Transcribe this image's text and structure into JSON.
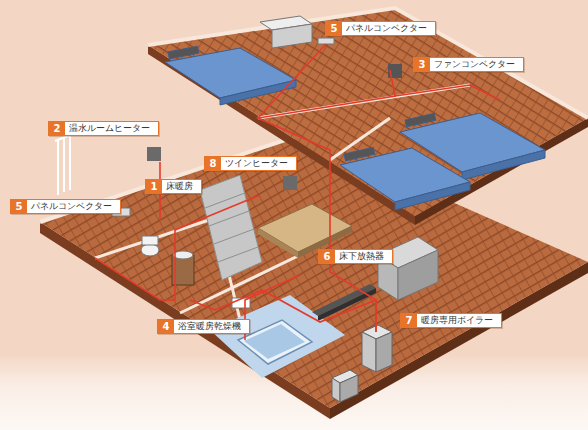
{
  "diagram": {
    "nodes": [
      {
        "text": [
          "5",
          "パネルコンベクター"
        ]
      },
      {
        "text": [
          "3",
          "ファンコンベクター"
        ]
      },
      {
        "text": [
          "2",
          "温水ルームヒーター"
        ]
      },
      {
        "text": [
          "8",
          "ツインヒーター"
        ]
      },
      {
        "text": [
          "1",
          "床暖房"
        ]
      },
      {
        "text": [
          "5",
          "パネルコンベクター"
        ]
      },
      {
        "text": [
          "6",
          "床下放熱器"
        ]
      },
      {
        "text": [
          "7",
          "暖房専用ボイラー"
        ]
      },
      {
        "text": [
          "4",
          "浴室暖房乾燥機"
        ]
      }
    ]
  }
}
